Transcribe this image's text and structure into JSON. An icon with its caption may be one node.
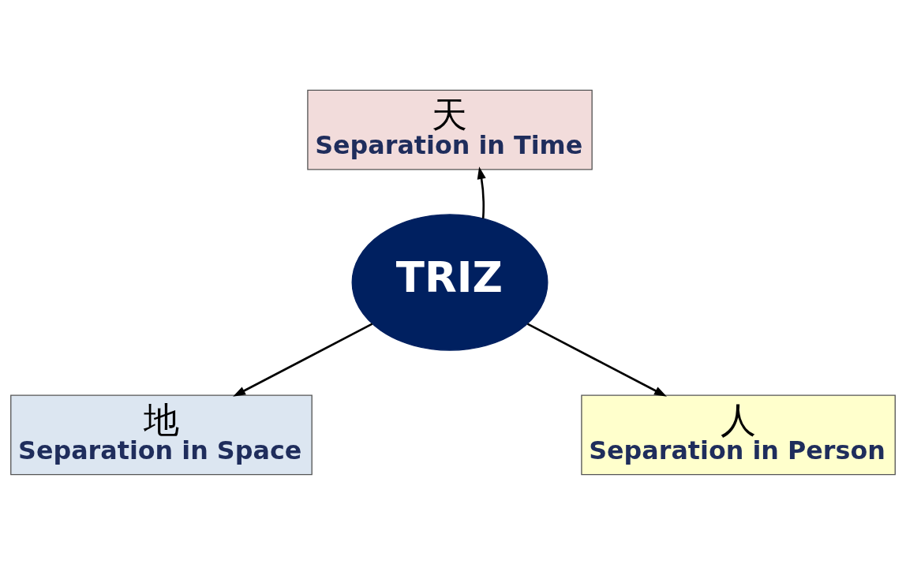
{
  "diagram": {
    "nodes": [
      {
        "text": [
          "天",
          "Separation in Time"
        ]
      },
      {
        "text": [
          "TRIZ"
        ]
      },
      {
        "text": [
          "地",
          "Separation in Space"
        ]
      },
      {
        "text": [
          "人",
          "Separation in Person"
        ]
      }
    ],
    "edges": [
      {
        "from": 1,
        "to": 0,
        "arrow": "to"
      },
      {
        "from": 1,
        "to": 2,
        "arrow": "to"
      },
      {
        "from": 1,
        "to": 3,
        "arrow": "to"
      }
    ]
  }
}
